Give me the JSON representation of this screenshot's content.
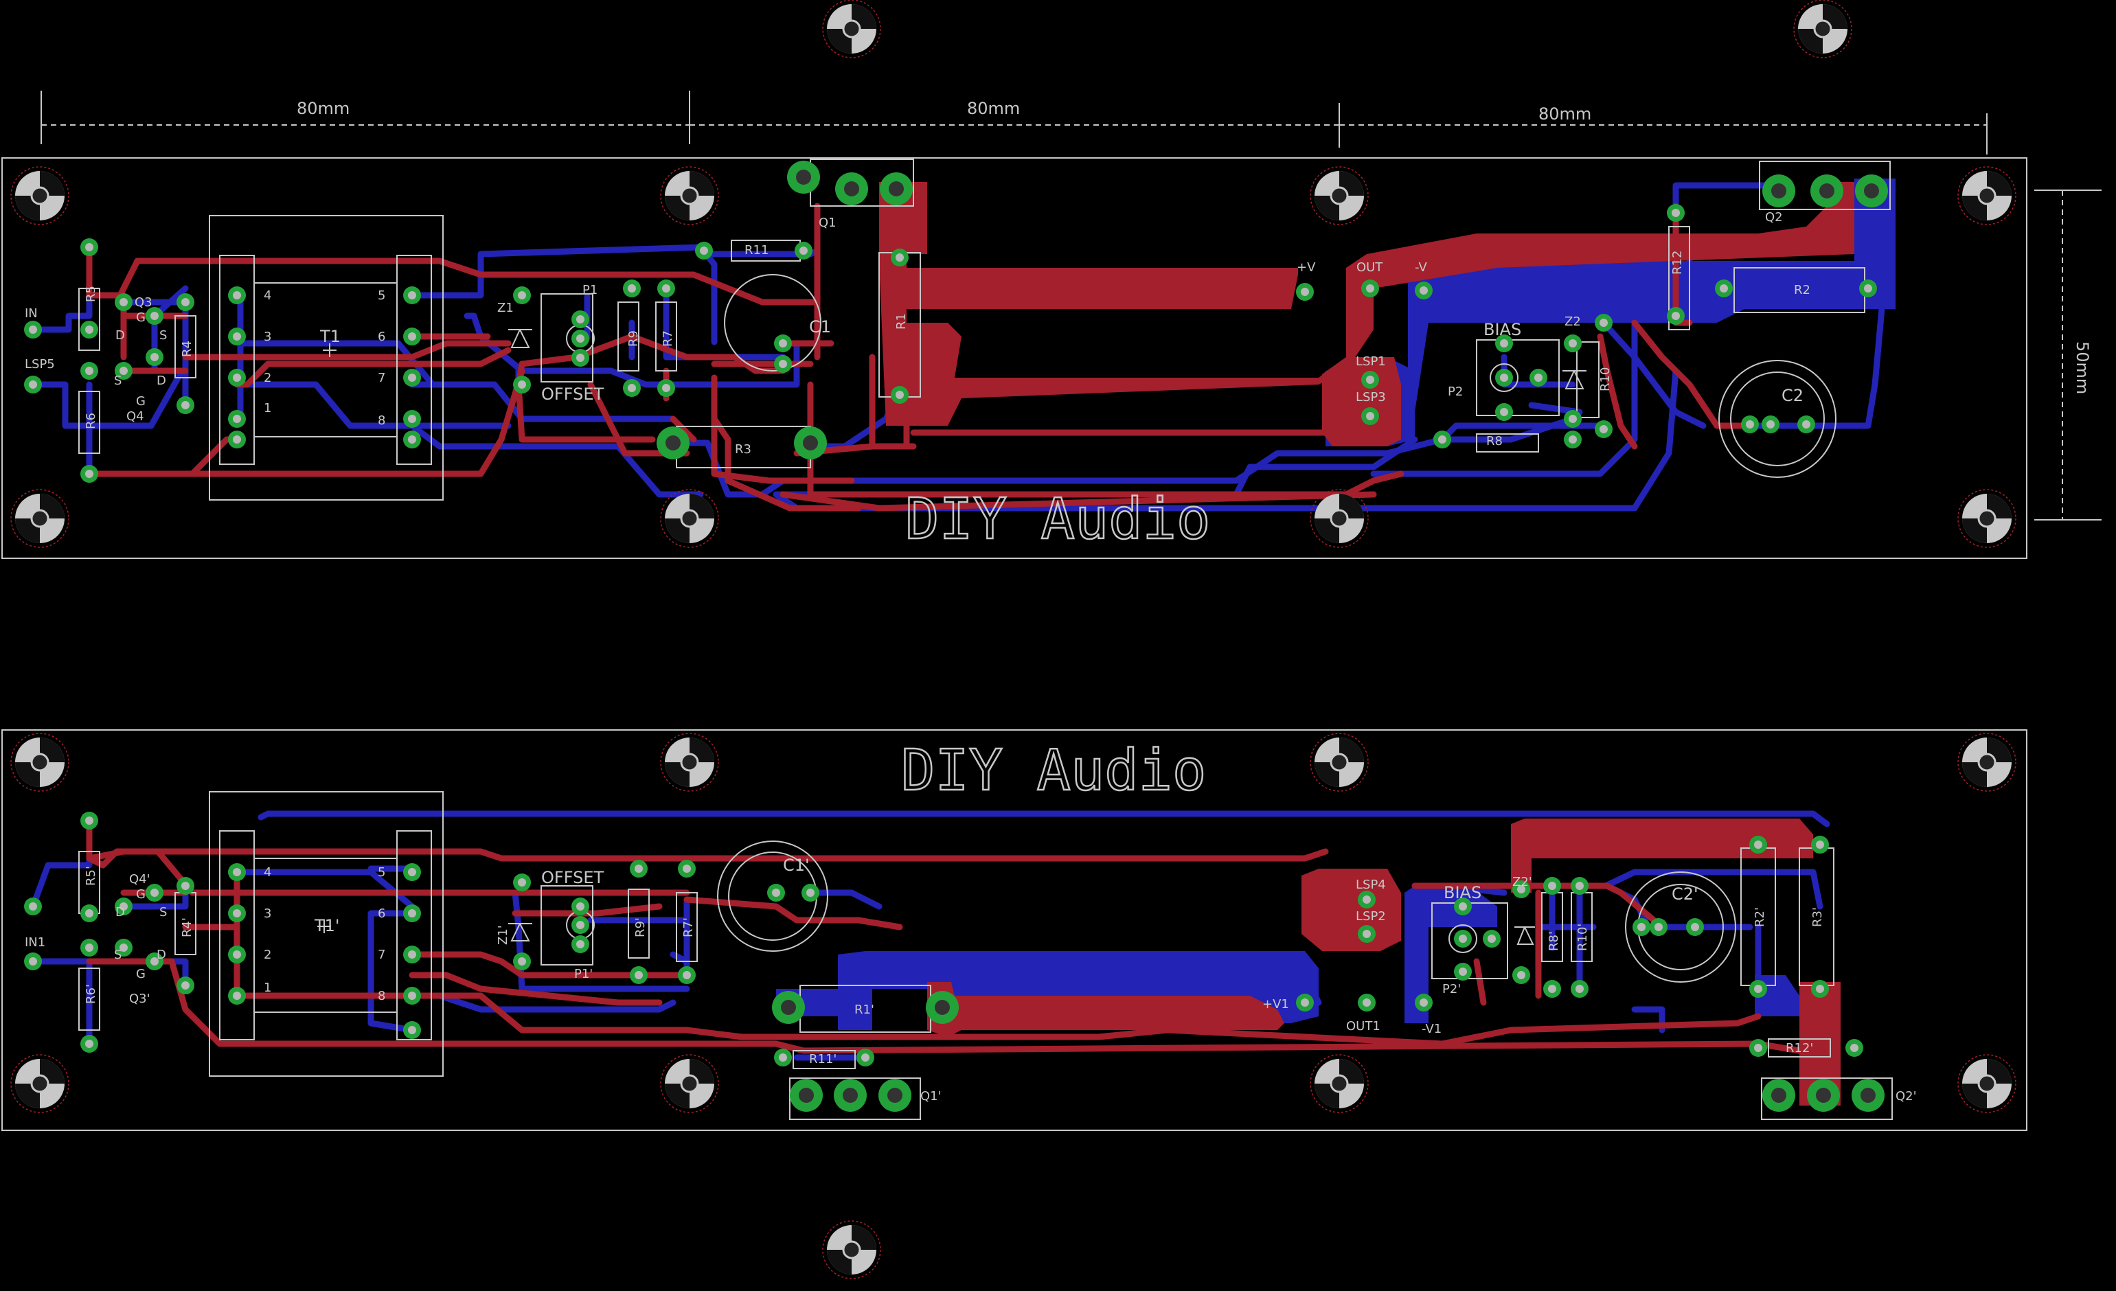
{
  "dimensions": {
    "seg1": "80mm",
    "seg2": "80mm",
    "seg3": "80mm",
    "side": "50mm"
  },
  "board_top": {
    "brand": "DIY Audio",
    "labels": {
      "in": "IN",
      "lsp5": "LSP5",
      "r5": "R5",
      "r6": "R6",
      "q3": "Q3",
      "q4": "Q4",
      "r4": "R4",
      "g_top": "G",
      "d_top": "D",
      "s_top": "S",
      "s_bot": "S",
      "g_bot": "G",
      "d_bot": "D",
      "t1": "T1",
      "t1_p4": "4",
      "t1_p3": "3",
      "t1_p2": "2",
      "t1_p1": "1",
      "t1_p5": "5",
      "t1_p6": "6",
      "t1_p7": "7",
      "t1_p8": "8",
      "z1": "Z1",
      "p1": "P1",
      "offset": "OFFSET",
      "r9": "R9",
      "r7": "R7",
      "r11": "R11",
      "q1": "Q1",
      "c1": "C1",
      "r1": "R1",
      "r3": "R3",
      "pv": "+V",
      "out": "OUT",
      "nv": "-V",
      "lsp1": "LSP1",
      "lsp3": "LSP3",
      "bias": "BIAS",
      "z2": "Z2",
      "p2": "P2",
      "r10": "R10",
      "r8": "R8",
      "r12": "R12",
      "q2": "Q2",
      "r2": "R2",
      "c2": "C2"
    }
  },
  "board_bottom": {
    "brand": "DIY Audio",
    "labels": {
      "in1": "IN1",
      "r5p": "R5'",
      "r6p": "R6'",
      "q4p": "Q4'",
      "q3p": "Q3'",
      "r4p": "R4'",
      "g_top": "G",
      "d_top": "D",
      "s_top": "S",
      "s_bot": "S",
      "g_bot": "G",
      "d_bot": "D",
      "t1p": "T1'",
      "t1_p4": "4",
      "t1_p3": "3",
      "t1_p2": "2",
      "t1_p1": "1",
      "t1_p5": "5",
      "t1_p6": "6",
      "t1_p7": "7",
      "t1_p8": "8",
      "offset": "OFFSET",
      "z1p": "Z1'",
      "p1p": "P1'",
      "r9p": "R9'",
      "r7p": "R7'",
      "c1p": "C1'",
      "r1p": "R1'",
      "r11p": "R11'",
      "q1p": "Q1'",
      "lsp4": "LSP4",
      "lsp2": "LSP2",
      "pv1": "+V1",
      "out1": "OUT1",
      "nv1": "-V1",
      "bias": "BIAS",
      "z2p": "Z2'",
      "p2p": "P2'",
      "r8p": "R8'",
      "r10p": "R10'",
      "c2p": "C2'",
      "r2p": "R2'",
      "r3p": "R3'",
      "r12p": "R12'",
      "q2p": "Q2'"
    }
  },
  "colors": {
    "top_copper": "#a3202c",
    "bottom_copper": "#2323b5",
    "pad": "#23a23a",
    "silk": "#c8c8c8",
    "background": "#000000"
  }
}
